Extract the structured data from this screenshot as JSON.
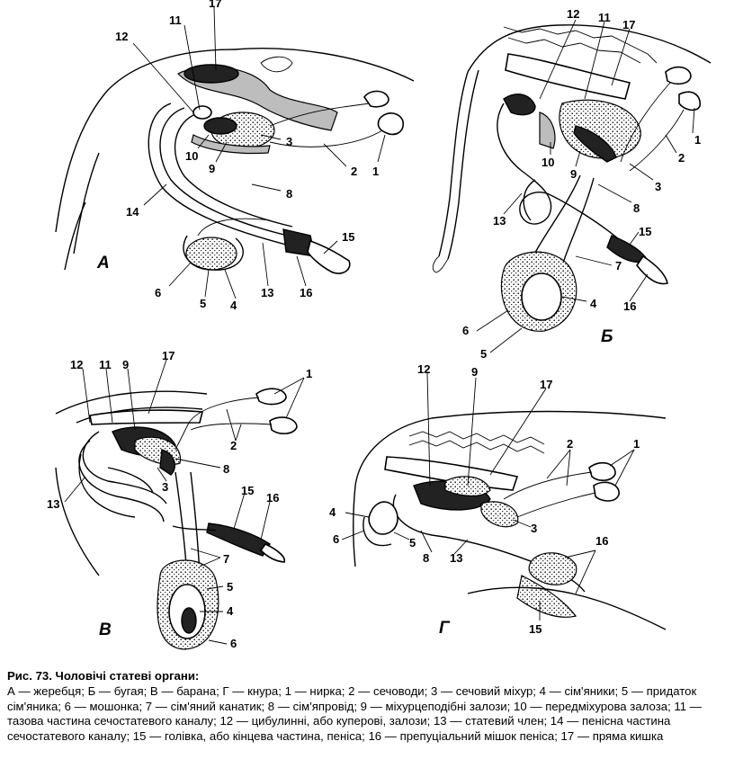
{
  "figure": {
    "panels": [
      {
        "id": "A",
        "letter": "А",
        "labels": [
          "17",
          "11",
          "12",
          "3",
          "2",
          "1",
          "10",
          "9",
          "8",
          "14",
          "15",
          "6",
          "5",
          "4",
          "13",
          "16"
        ]
      },
      {
        "id": "B",
        "letter": "Б",
        "labels": [
          "12",
          "11",
          "17",
          "1",
          "2",
          "10",
          "9",
          "3",
          "8",
          "13",
          "15",
          "7",
          "16",
          "4",
          "6",
          "5"
        ]
      },
      {
        "id": "V",
        "letter": "В",
        "labels": [
          "12",
          "11",
          "9",
          "17",
          "1",
          "2",
          "8",
          "3",
          "13",
          "15",
          "16",
          "7",
          "5",
          "4",
          "6"
        ]
      },
      {
        "id": "G",
        "letter": "Г",
        "labels": [
          "12",
          "9",
          "17",
          "2",
          "1",
          "4",
          "6",
          "5",
          "3",
          "8",
          "13",
          "16",
          "15"
        ]
      }
    ]
  },
  "caption": {
    "title": "Рис. 73. Чоловічі статеві органи:",
    "text": "А — жеребця; Б — бугая; В — барана; Г — кнура; 1 — нирка; 2 — сечоводи; 3 — сечовий міхур; 4 — сім'яники; 5 — придаток сім'яника; 6 — мошонка; 7 — сім'яний канатик; 8 — сім'япровід; 9 — міхурцеподібні залози; 10 — передміхурова залоза; 11 — тазова частина сечостатевого каналу; 12 — цибулинні, або куперові, залози; 13 — статевий член; 14 — пенісна частина сечостатевого каналу; 15 — голівка, або кінцева частина, пеніса; 16 — препуціальний мішок пеніса; 17 — пряма кишка"
  }
}
